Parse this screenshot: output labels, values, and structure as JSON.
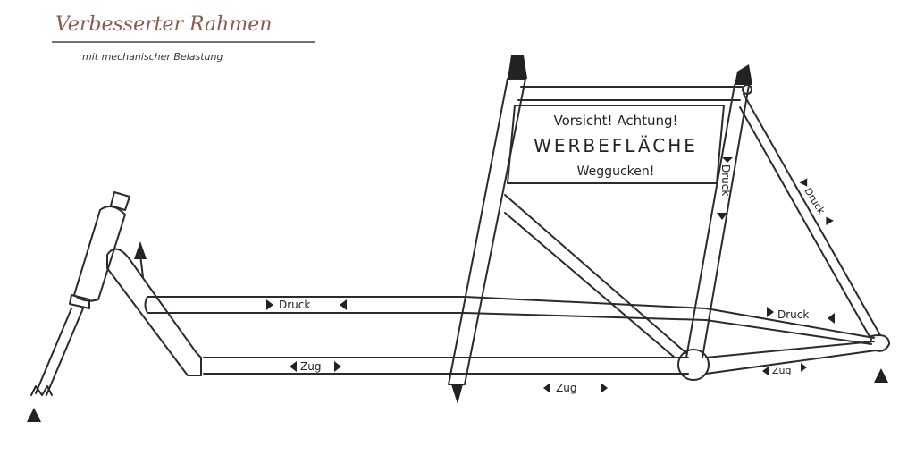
{
  "title": "Verbesserter Rahmen",
  "subtitle": "mit mechanischer Belastung",
  "sign": {
    "line1": "Vorsicht! Achtung!",
    "line2": "WERBEFLÄCHE",
    "line3": "Weggucken!"
  },
  "forces": {
    "top_tube_front": "Druck",
    "bottom_tube_front": "Zug",
    "bottom_tube_mid": "Zug",
    "chain_stay": "Zug",
    "upper_stay": "Druck",
    "seat_tube": "Druck",
    "seat_stay": "Druck"
  },
  "colors": {
    "title": "#8a5a4a",
    "ink": "#2b2b2b"
  }
}
